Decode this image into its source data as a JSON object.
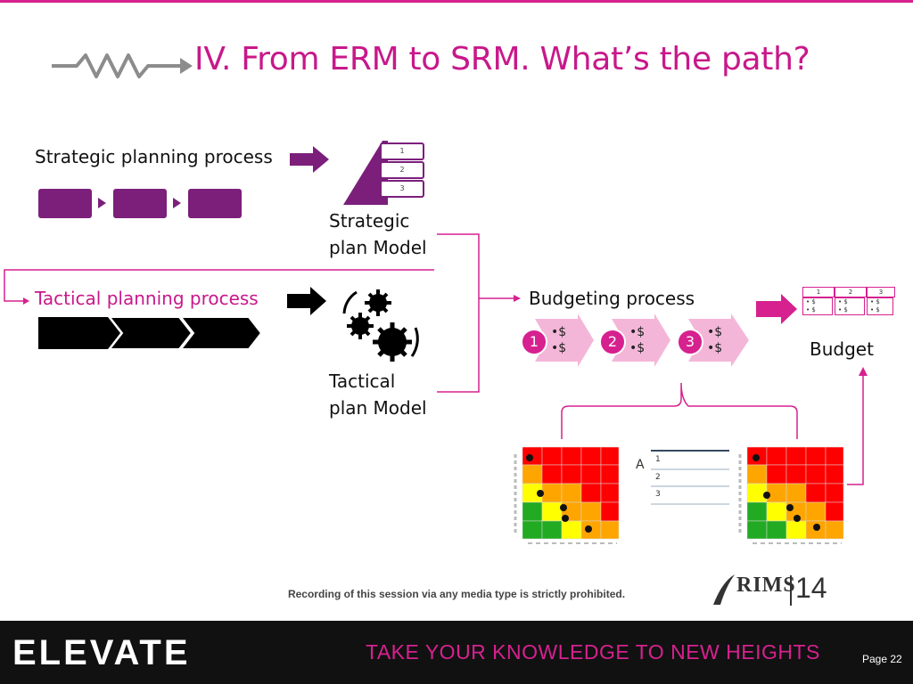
{
  "title": "IV. From ERM to SRM. What’s the path?",
  "strategic": {
    "process_label": "Strategic planning process",
    "model_line1": "Strategic",
    "model_line2": "plan Model",
    "rows": [
      "1",
      "2",
      "3"
    ]
  },
  "tactical": {
    "process_label": "Tactical planning process",
    "model_line1": "Tactical",
    "model_line2": "plan Model"
  },
  "budgeting": {
    "label": "Budgeting process",
    "steps": [
      {
        "num": "1",
        "line1": "•$",
        "line2": "•$"
      },
      {
        "num": "2",
        "line1": "•$",
        "line2": "•$"
      },
      {
        "num": "3",
        "line1": "•$",
        "line2": "•$"
      }
    ]
  },
  "budget": {
    "label": "Budget",
    "headers": [
      "1",
      "2",
      "3"
    ],
    "cell_line1": "• $",
    "cell_line2": "• $"
  },
  "matrix_legend": {
    "letter": "A",
    "items": [
      "1",
      "2",
      "3"
    ]
  },
  "colors": {
    "magenta": "#d6218f",
    "purple": "#7b1f7b",
    "light_pink": "#f4b6d8"
  },
  "footer": {
    "notice": "Recording of this session via any media type is strictly prohibited.",
    "brand": "ELEVATE",
    "tagline": "TAKE YOUR KNOWLEDGE TO NEW HEIGHTS",
    "page": "Page 22",
    "rims_logo": "RIMS",
    "rims_year": "14"
  }
}
